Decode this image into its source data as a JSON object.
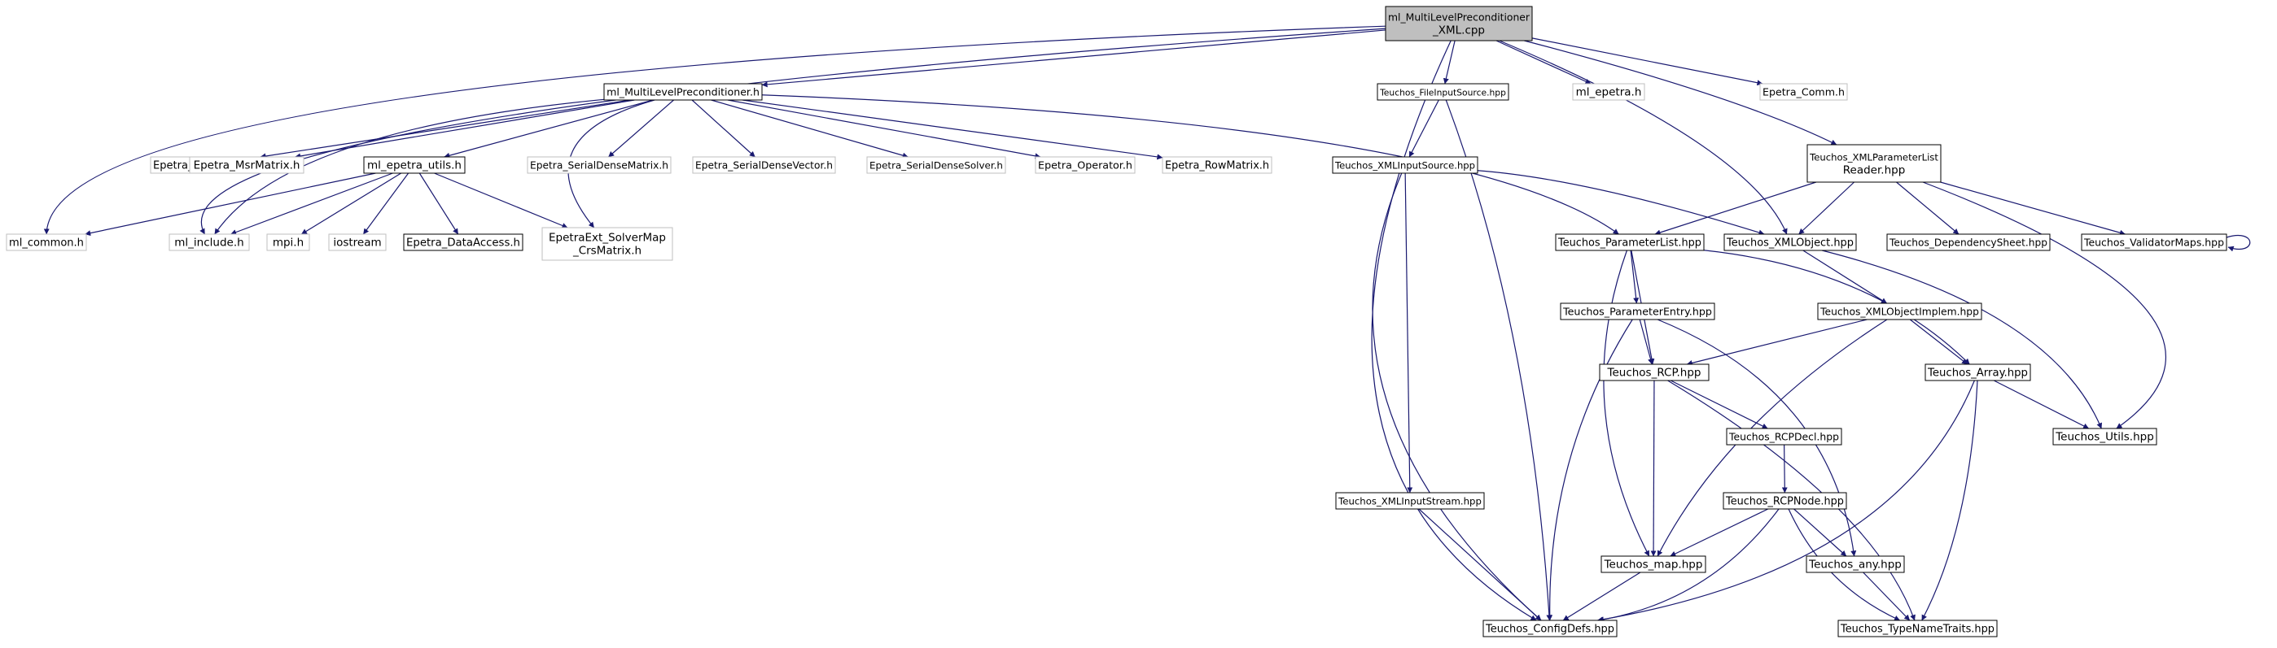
{
  "colors": {
    "edge": "#191970",
    "root_fill": "#bfbfbf",
    "documented_border": "#000000",
    "undocumented_border": "#bfbfbf",
    "text": "#000000"
  },
  "graph": {
    "nodes": [
      {
        "id": "root",
        "lines": [
          "ml_MultiLevelPreconditioner",
          "_XML.cpp"
        ],
        "style": "root"
      },
      {
        "id": "mlp_h",
        "lines": [
          "ml_MultiLevelPreconditioner.h"
        ],
        "style": "doc"
      },
      {
        "id": "fis",
        "lines": [
          "Teuchos_FileInputSource.hpp"
        ],
        "style": "doc"
      },
      {
        "id": "ml_epetra_h",
        "lines": [
          "ml_epetra.h"
        ],
        "style": "undoc"
      },
      {
        "id": "epetra_comm",
        "lines": [
          "Epetra_Comm.h"
        ],
        "style": "undoc"
      },
      {
        "id": "xplr",
        "lines": [
          "Teuchos_XMLParameterList",
          "Reader.hpp"
        ],
        "style": "doc"
      },
      {
        "id": "multivector",
        "lines": [
          "Epetra_MultiVector.h"
        ],
        "style": "undoc"
      },
      {
        "id": "msrmatrix",
        "lines": [
          "Epetra_MsrMatrix.h"
        ],
        "style": "undoc"
      },
      {
        "id": "ml_epetra_utils",
        "lines": [
          "ml_epetra_utils.h"
        ],
        "style": "doc"
      },
      {
        "id": "sdmatrix",
        "lines": [
          "Epetra_SerialDenseMatrix.h"
        ],
        "style": "undoc"
      },
      {
        "id": "sdvector",
        "lines": [
          "Epetra_SerialDenseVector.h"
        ],
        "style": "undoc"
      },
      {
        "id": "sdsolver",
        "lines": [
          "Epetra_SerialDenseSolver.h"
        ],
        "style": "undoc"
      },
      {
        "id": "operator",
        "lines": [
          "Epetra_Operator.h"
        ],
        "style": "undoc"
      },
      {
        "id": "rowmatrix",
        "lines": [
          "Epetra_RowMatrix.h"
        ],
        "style": "undoc"
      },
      {
        "id": "xis",
        "lines": [
          "Teuchos_XMLInputSource.hpp"
        ],
        "style": "doc"
      },
      {
        "id": "ml_common",
        "lines": [
          "ml_common.h"
        ],
        "style": "undoc"
      },
      {
        "id": "ml_include",
        "lines": [
          "ml_include.h"
        ],
        "style": "undoc"
      },
      {
        "id": "mpi",
        "lines": [
          "mpi.h"
        ],
        "style": "undoc"
      },
      {
        "id": "iostream",
        "lines": [
          "iostream"
        ],
        "style": "undoc"
      },
      {
        "id": "dataaccess",
        "lines": [
          "Epetra_DataAccess.h"
        ],
        "style": "doc"
      },
      {
        "id": "solvermap",
        "lines": [
          "EpetraExt_SolverMap",
          "_CrsMatrix.h"
        ],
        "style": "undoc"
      },
      {
        "id": "paramlist",
        "lines": [
          "Teuchos_ParameterList.hpp"
        ],
        "style": "doc"
      },
      {
        "id": "xmlobject",
        "lines": [
          "Teuchos_XMLObject.hpp"
        ],
        "style": "doc"
      },
      {
        "id": "depsheet",
        "lines": [
          "Teuchos_DependencySheet.hpp"
        ],
        "style": "doc"
      },
      {
        "id": "validatormaps",
        "lines": [
          "Teuchos_ValidatorMaps.hpp"
        ],
        "style": "doc"
      },
      {
        "id": "paramentry",
        "lines": [
          "Teuchos_ParameterEntry.hpp"
        ],
        "style": "doc"
      },
      {
        "id": "xoimpl",
        "lines": [
          "Teuchos_XMLObjectImplem.hpp"
        ],
        "style": "doc"
      },
      {
        "id": "rcp",
        "lines": [
          "Teuchos_RCP.hpp"
        ],
        "style": "doc"
      },
      {
        "id": "array",
        "lines": [
          "Teuchos_Array.hpp"
        ],
        "style": "doc"
      },
      {
        "id": "rcpdecl",
        "lines": [
          "Teuchos_RCPDecl.hpp"
        ],
        "style": "doc"
      },
      {
        "id": "utils",
        "lines": [
          "Teuchos_Utils.hpp"
        ],
        "style": "doc"
      },
      {
        "id": "xistream",
        "lines": [
          "Teuchos_XMLInputStream.hpp"
        ],
        "style": "doc"
      },
      {
        "id": "rcpnode",
        "lines": [
          "Teuchos_RCPNode.hpp"
        ],
        "style": "doc"
      },
      {
        "id": "map",
        "lines": [
          "Teuchos_map.hpp"
        ],
        "style": "doc"
      },
      {
        "id": "any",
        "lines": [
          "Teuchos_any.hpp"
        ],
        "style": "doc"
      },
      {
        "id": "configdefs",
        "lines": [
          "Teuchos_ConfigDefs.hpp"
        ],
        "style": "doc"
      },
      {
        "id": "typenametraits",
        "lines": [
          "Teuchos_TypeNameTraits.hpp"
        ],
        "style": "doc"
      }
    ],
    "edges": [
      [
        "root",
        "mlp_h"
      ],
      [
        "root",
        "fis"
      ],
      [
        "root",
        "ml_epetra_h"
      ],
      [
        "root",
        "epetra_comm"
      ],
      [
        "root",
        "xplr"
      ],
      [
        "root",
        "ml_common"
      ],
      [
        "root",
        "ml_include"
      ],
      [
        "root",
        "xmlobject"
      ],
      [
        "root",
        "configdefs"
      ],
      [
        "mlp_h",
        "multivector"
      ],
      [
        "mlp_h",
        "msrmatrix"
      ],
      [
        "mlp_h",
        "ml_epetra_utils"
      ],
      [
        "mlp_h",
        "sdmatrix"
      ],
      [
        "mlp_h",
        "sdvector"
      ],
      [
        "mlp_h",
        "sdsolver"
      ],
      [
        "mlp_h",
        "operator"
      ],
      [
        "mlp_h",
        "rowmatrix"
      ],
      [
        "mlp_h",
        "ml_include"
      ],
      [
        "mlp_h",
        "solvermap"
      ],
      [
        "mlp_h",
        "paramlist"
      ],
      [
        "ml_epetra_utils",
        "ml_common"
      ],
      [
        "ml_epetra_utils",
        "ml_include"
      ],
      [
        "ml_epetra_utils",
        "mpi"
      ],
      [
        "ml_epetra_utils",
        "iostream"
      ],
      [
        "ml_epetra_utils",
        "dataaccess"
      ],
      [
        "ml_epetra_utils",
        "solvermap"
      ],
      [
        "fis",
        "xis"
      ],
      [
        "fis",
        "configdefs"
      ],
      [
        "xis",
        "xmlobject"
      ],
      [
        "xis",
        "xistream"
      ],
      [
        "xis",
        "configdefs"
      ],
      [
        "xplr",
        "paramlist"
      ],
      [
        "xplr",
        "xmlobject"
      ],
      [
        "xplr",
        "depsheet"
      ],
      [
        "xplr",
        "validatormaps"
      ],
      [
        "xplr",
        "utils"
      ],
      [
        "validatormaps",
        "validatormaps"
      ],
      [
        "paramlist",
        "paramentry"
      ],
      [
        "paramlist",
        "rcp"
      ],
      [
        "paramlist",
        "array"
      ],
      [
        "paramlist",
        "map"
      ],
      [
        "xmlobject",
        "xoimpl"
      ],
      [
        "xmlobject",
        "utils"
      ],
      [
        "paramentry",
        "rcp"
      ],
      [
        "paramentry",
        "any"
      ],
      [
        "paramentry",
        "configdefs"
      ],
      [
        "xoimpl",
        "rcp"
      ],
      [
        "xoimpl",
        "array"
      ],
      [
        "xoimpl",
        "map"
      ],
      [
        "rcp",
        "rcpdecl"
      ],
      [
        "rcp",
        "map"
      ],
      [
        "rcp",
        "typenametraits"
      ],
      [
        "array",
        "utils"
      ],
      [
        "array",
        "configdefs"
      ],
      [
        "array",
        "typenametraits"
      ],
      [
        "rcpdecl",
        "rcpnode"
      ],
      [
        "rcpnode",
        "map"
      ],
      [
        "rcpnode",
        "any"
      ],
      [
        "rcpnode",
        "configdefs"
      ],
      [
        "rcpnode",
        "typenametraits"
      ],
      [
        "xistream",
        "configdefs"
      ],
      [
        "map",
        "configdefs"
      ],
      [
        "any",
        "typenametraits"
      ]
    ]
  }
}
